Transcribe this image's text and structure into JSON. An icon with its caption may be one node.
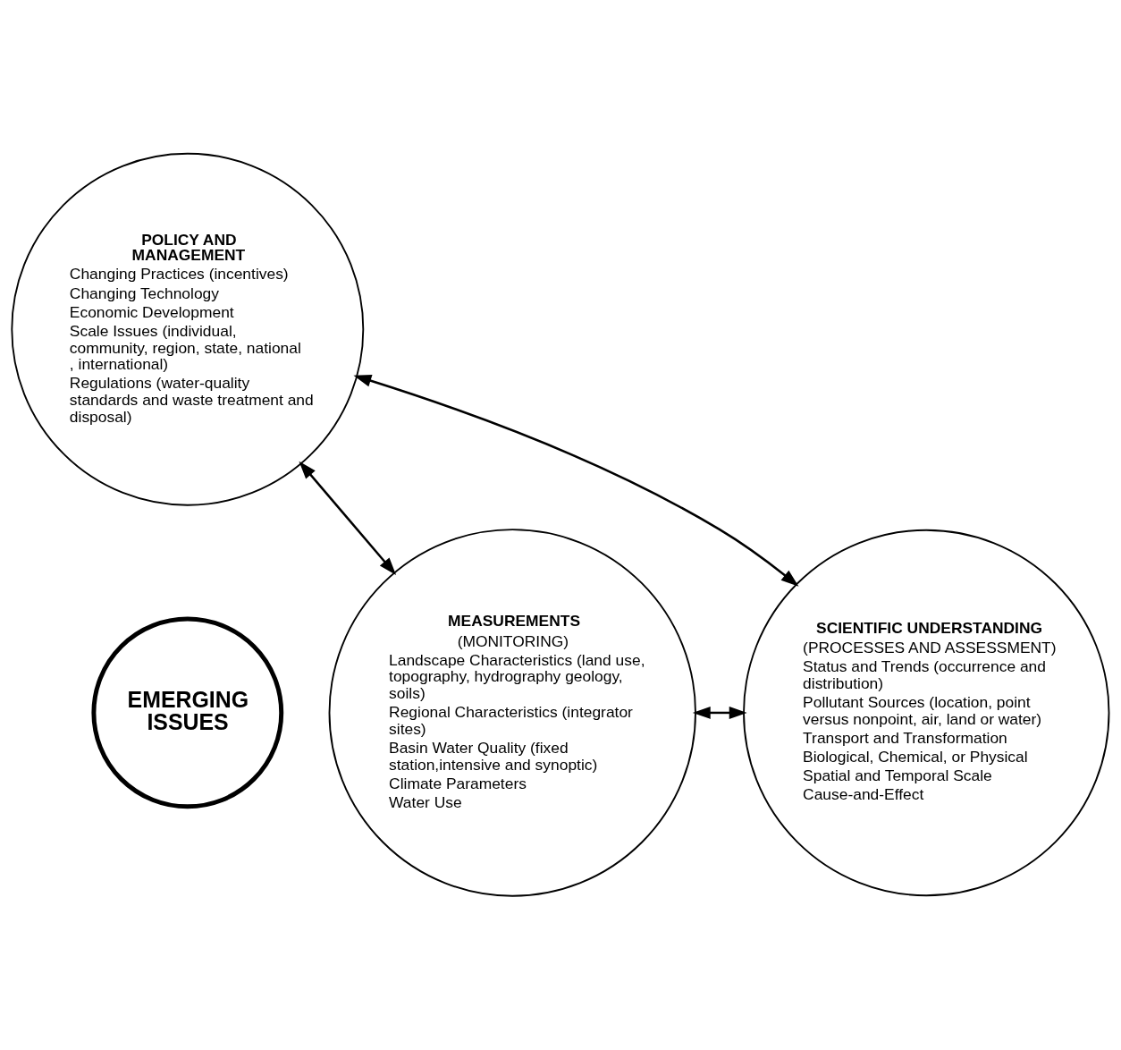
{
  "diagram": {
    "nodes": [
      {
        "text": [
          "POLICY AND MANAGEMENT",
          "Changing Practices (incentives)",
          "Changing Technology",
          "Economic Development",
          "Scale Issues (individual, community, region, state, national , international)",
          "Regulations (water-quality standards and waste treatment and disposal)"
        ]
      },
      {
        "text": [
          "EMERGING ISSUES"
        ]
      },
      {
        "text": [
          "MEASUREMENTS",
          "(MONITORING)",
          "Landscape Characteristics (land use, topography, hydrography geology, soils)",
          "Regional Characteristics (integrator sites)",
          "Basin Water Quality (fixed station,intensive and synoptic)",
          "Climate Parameters",
          "Water Use"
        ]
      },
      {
        "text": [
          "SCIENTIFIC UNDERSTANDING",
          "(PROCESSES AND ASSESSMENT)",
          "Status and Trends (occurrence and distribution)",
          "Pollutant Sources (location, point versus nonpoint, air, land or water)",
          "Transport and Transformation",
          "Biological, Chemical, or Physical",
          "Spatial and Temporal Scale",
          "Cause-and-Effect"
        ]
      }
    ],
    "edges": [
      {
        "from": 0,
        "to": 2,
        "arrow": "both"
      },
      {
        "from": 0,
        "to": 3,
        "arrow": "both"
      },
      {
        "from": 2,
        "to": 3,
        "arrow": "both"
      }
    ]
  }
}
